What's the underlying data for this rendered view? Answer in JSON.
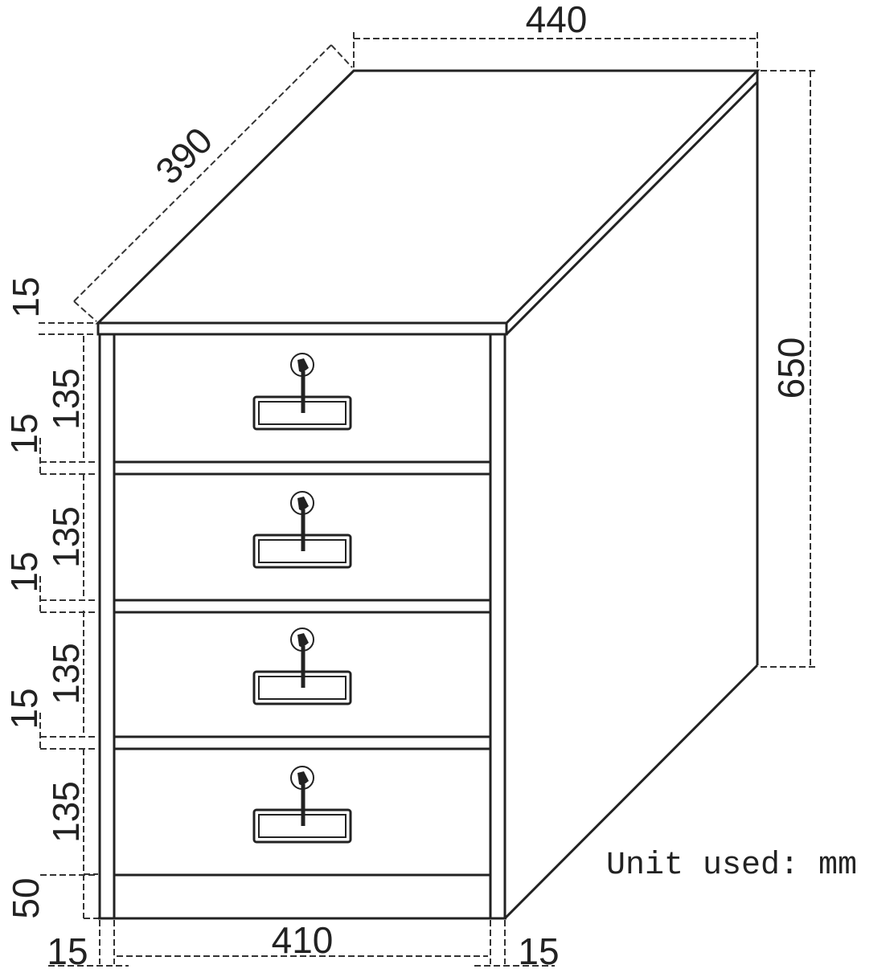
{
  "title": "Drawer cabinet dimension drawing",
  "dimensions": {
    "width_top": "440",
    "depth": "390",
    "height": "650",
    "top_thickness": "15",
    "drawer_height": "135",
    "rail_thickness": "15",
    "base_height": "50",
    "inner_width": "410",
    "left_post": "15",
    "right_post": "15"
  },
  "drawers": [
    {
      "label": "135",
      "gap_label": "15"
    },
    {
      "label": "135",
      "gap_label": "15"
    },
    {
      "label": "135",
      "gap_label": "15"
    },
    {
      "label": "135",
      "gap_label": ""
    }
  ],
  "unit_note": "Unit used: mm"
}
